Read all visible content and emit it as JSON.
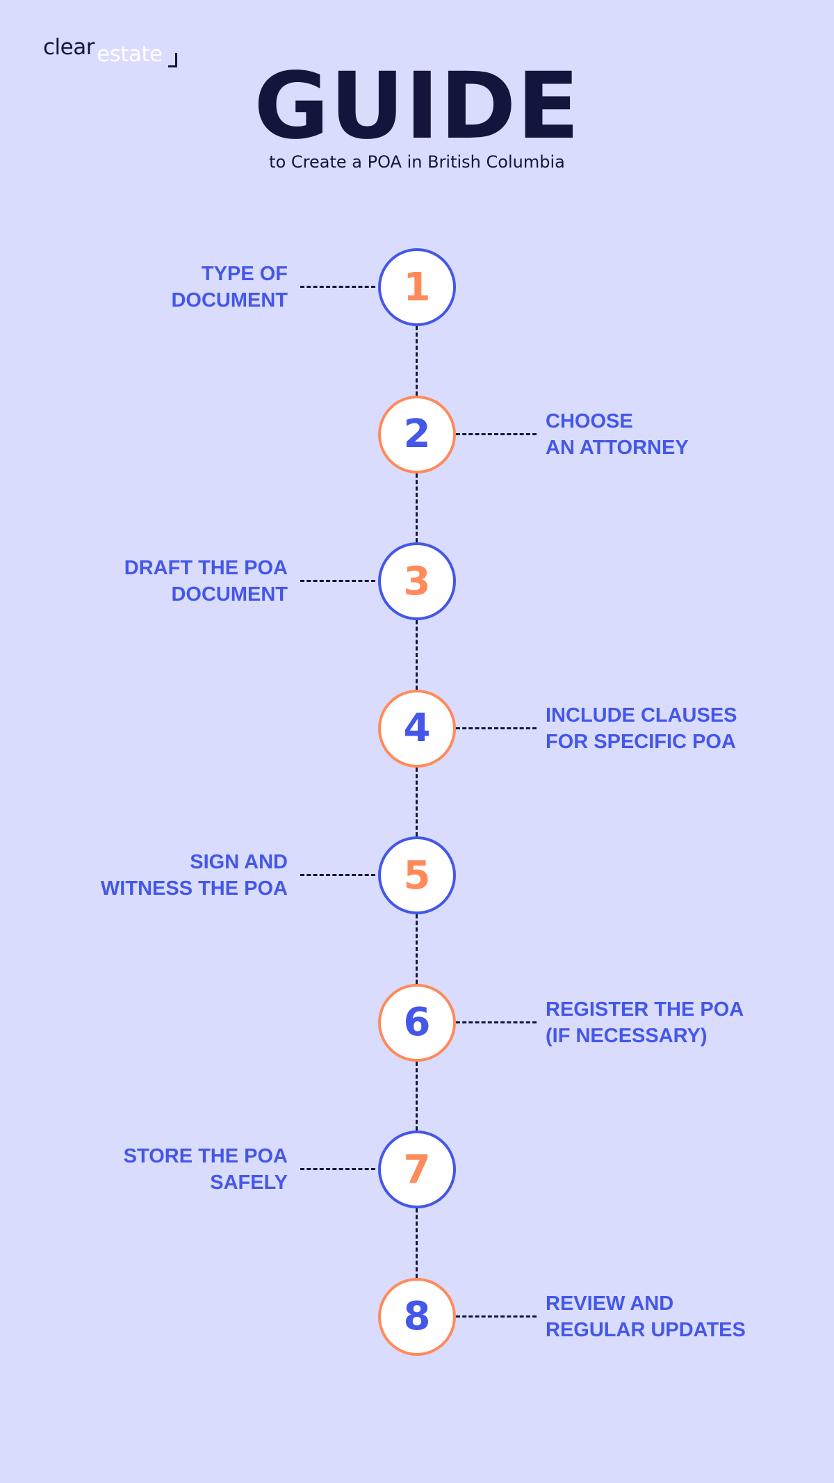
{
  "logo": {
    "part1": "clear",
    "part2": "estate"
  },
  "title": "GUIDE",
  "subtitle": "to Create a POA in British Columbia",
  "colors": {
    "background": "#d9dcfc",
    "navy": "#14153d",
    "blue": "#4457e8",
    "orange": "#ff8a5a"
  },
  "steps": [
    {
      "number": "1",
      "label": "TYPE OF\nDOCUMENT",
      "side": "left"
    },
    {
      "number": "2",
      "label": "CHOOSE\nAN ATTORNEY",
      "side": "right"
    },
    {
      "number": "3",
      "label": "DRAFT THE POA\nDOCUMENT",
      "side": "left"
    },
    {
      "number": "4",
      "label": "INCLUDE CLAUSES\nFOR SPECIFIC POA",
      "side": "right"
    },
    {
      "number": "5",
      "label": "SIGN AND\nWITNESS THE POA",
      "side": "left"
    },
    {
      "number": "6",
      "label": "REGISTER THE POA\n(IF NECESSARY)",
      "side": "right"
    },
    {
      "number": "7",
      "label": "STORE THE POA\nSAFELY",
      "side": "left"
    },
    {
      "number": "8",
      "label": "REVIEW AND\nREGULAR UPDATES",
      "side": "right"
    }
  ]
}
